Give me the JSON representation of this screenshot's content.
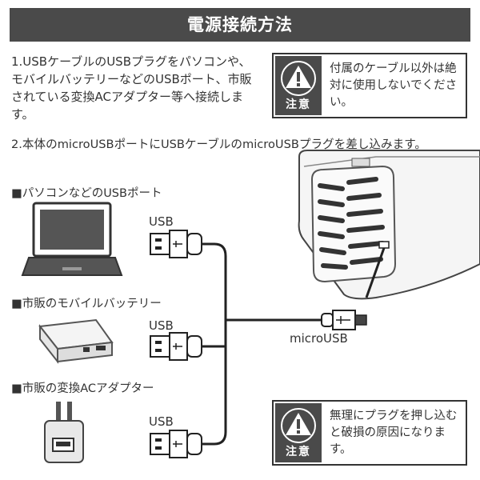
{
  "header": {
    "title": "電源接続方法"
  },
  "steps": {
    "step1": "1.USBケーブルのUSBプラグをパソコンや、モバイルバッテリーなどのUSBポート、市販されている変換ACアダプター等へ接続します。",
    "step2": "2.本体のmicroUSBポートにUSBケーブルのmicroUSBプラグを差し込みます。"
  },
  "caution_top": {
    "label": "注意",
    "text": "付属のケーブル以外は絶対に使用しないでください。"
  },
  "caution_bottom": {
    "label": "注意",
    "text": "無理にプラグを押し込むと破損の原因になります。"
  },
  "devices": {
    "pc": "■パソコンなどのUSBポート",
    "battery": "■市販のモバイルバッテリー",
    "adapter": "■市販の変換ACアダプター"
  },
  "cable_labels": {
    "usb1": "USB",
    "usb2": "USB",
    "usb3": "USB",
    "micro": "microUSB"
  },
  "colors": {
    "header_bg": "#4a4a4a",
    "line": "#222222"
  }
}
